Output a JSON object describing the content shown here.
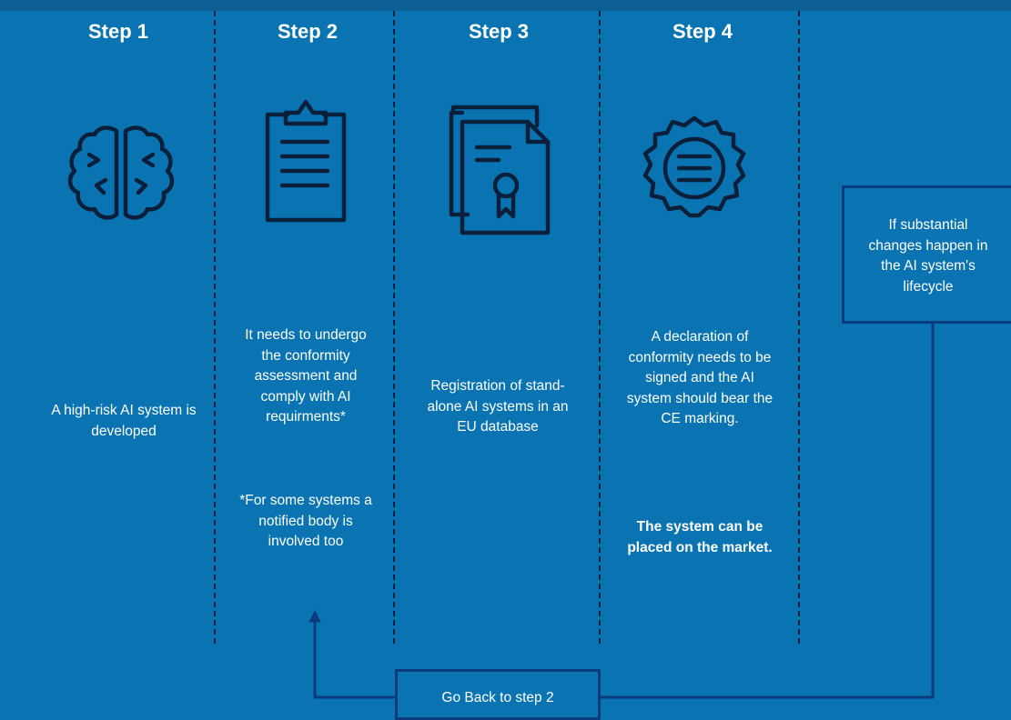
{
  "colors": {
    "background": "#0a74b3",
    "top_band": "#0d5f93",
    "divider": "#0a1f3a",
    "box_border": "#0b3b7d",
    "connector": "#0b3b7d",
    "text": "#ffffff"
  },
  "steps": [
    {
      "title": "Step 1",
      "icon": "brain-icon",
      "text": [
        "A high-risk AI system is",
        "developed"
      ]
    },
    {
      "title": "Step 2",
      "icon": "clipboard-icon",
      "text": [
        "It needs to undergo",
        "the conformity",
        "assessment and",
        "comply with AI",
        "requirments*"
      ],
      "note": [
        "*For some systems a",
        "notified body is",
        "involved too"
      ]
    },
    {
      "title": "Step 3",
      "icon": "certificate-document-icon",
      "text": [
        "Registration of stand-",
        "alone AI systems in an",
        "EU database"
      ]
    },
    {
      "title": "Step 4",
      "icon": "seal-badge-icon",
      "text": [
        "A declaration of",
        "conformity needs to be",
        "signed and the AI",
        "system should bear the",
        "CE marking."
      ],
      "note": [
        "The system can be",
        "placed on the market."
      ]
    }
  ],
  "loop_box": {
    "text": [
      "If substantial",
      "changes happen in",
      "the AI system's",
      "lifecycle"
    ]
  },
  "go_back_box": {
    "label": "Go Back to step 2"
  }
}
